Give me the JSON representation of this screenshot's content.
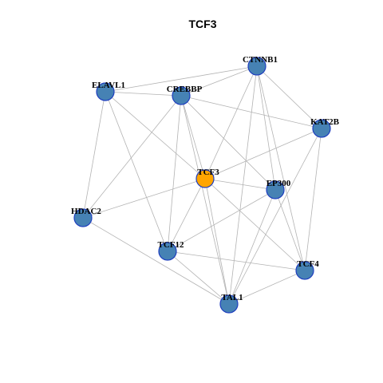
{
  "graph": {
    "title": "TCF3",
    "colors": {
      "node_default": "#4682b4",
      "node_highlight": "#ffa500",
      "node_border": "#1f3fbf",
      "edge": "#b3b3b3"
    },
    "nodes": [
      {
        "id": "CTNNB1",
        "label": "CTNNB1",
        "highlight": false
      },
      {
        "id": "ELAVL1",
        "label": "ELAVL1",
        "highlight": false
      },
      {
        "id": "CREBBP",
        "label": "CREBBP",
        "highlight": false
      },
      {
        "id": "KAT2B",
        "label": "KAT2B",
        "highlight": false
      },
      {
        "id": "TCF3",
        "label": "TCF3",
        "highlight": true
      },
      {
        "id": "EP300",
        "label": "EP300",
        "highlight": false
      },
      {
        "id": "HDAC2",
        "label": "HDAC2",
        "highlight": false
      },
      {
        "id": "TCF12",
        "label": "TCF12",
        "highlight": false
      },
      {
        "id": "TCF4",
        "label": "TCF4",
        "highlight": false
      },
      {
        "id": "TAL1",
        "label": "TAL1",
        "highlight": false
      }
    ],
    "edges": [
      [
        "ELAVL1",
        "CTNNB1"
      ],
      [
        "ELAVL1",
        "CREBBP"
      ],
      [
        "ELAVL1",
        "HDAC2"
      ],
      [
        "ELAVL1",
        "TCF3"
      ],
      [
        "ELAVL1",
        "TCF12"
      ],
      [
        "CREBBP",
        "CTNNB1"
      ],
      [
        "CREBBP",
        "KAT2B"
      ],
      [
        "CREBBP",
        "TCF3"
      ],
      [
        "CREBBP",
        "EP300"
      ],
      [
        "CREBBP",
        "HDAC2"
      ],
      [
        "CREBBP",
        "TCF12"
      ],
      [
        "CREBBP",
        "TAL1"
      ],
      [
        "CTNNB1",
        "KAT2B"
      ],
      [
        "CTNNB1",
        "TCF3"
      ],
      [
        "CTNNB1",
        "EP300"
      ],
      [
        "CTNNB1",
        "TCF4"
      ],
      [
        "CTNNB1",
        "TAL1"
      ],
      [
        "KAT2B",
        "TCF3"
      ],
      [
        "KAT2B",
        "TCF4"
      ],
      [
        "KAT2B",
        "TAL1"
      ],
      [
        "TCF3",
        "EP300"
      ],
      [
        "TCF3",
        "HDAC2"
      ],
      [
        "TCF3",
        "TCF12"
      ],
      [
        "TCF3",
        "TCF4"
      ],
      [
        "TCF3",
        "TAL1"
      ],
      [
        "EP300",
        "TCF12"
      ],
      [
        "EP300",
        "TCF4"
      ],
      [
        "EP300",
        "TAL1"
      ],
      [
        "HDAC2",
        "TAL1"
      ],
      [
        "TCF12",
        "TCF4"
      ],
      [
        "TCF12",
        "TAL1"
      ],
      [
        "TCF4",
        "TAL1"
      ]
    ]
  }
}
